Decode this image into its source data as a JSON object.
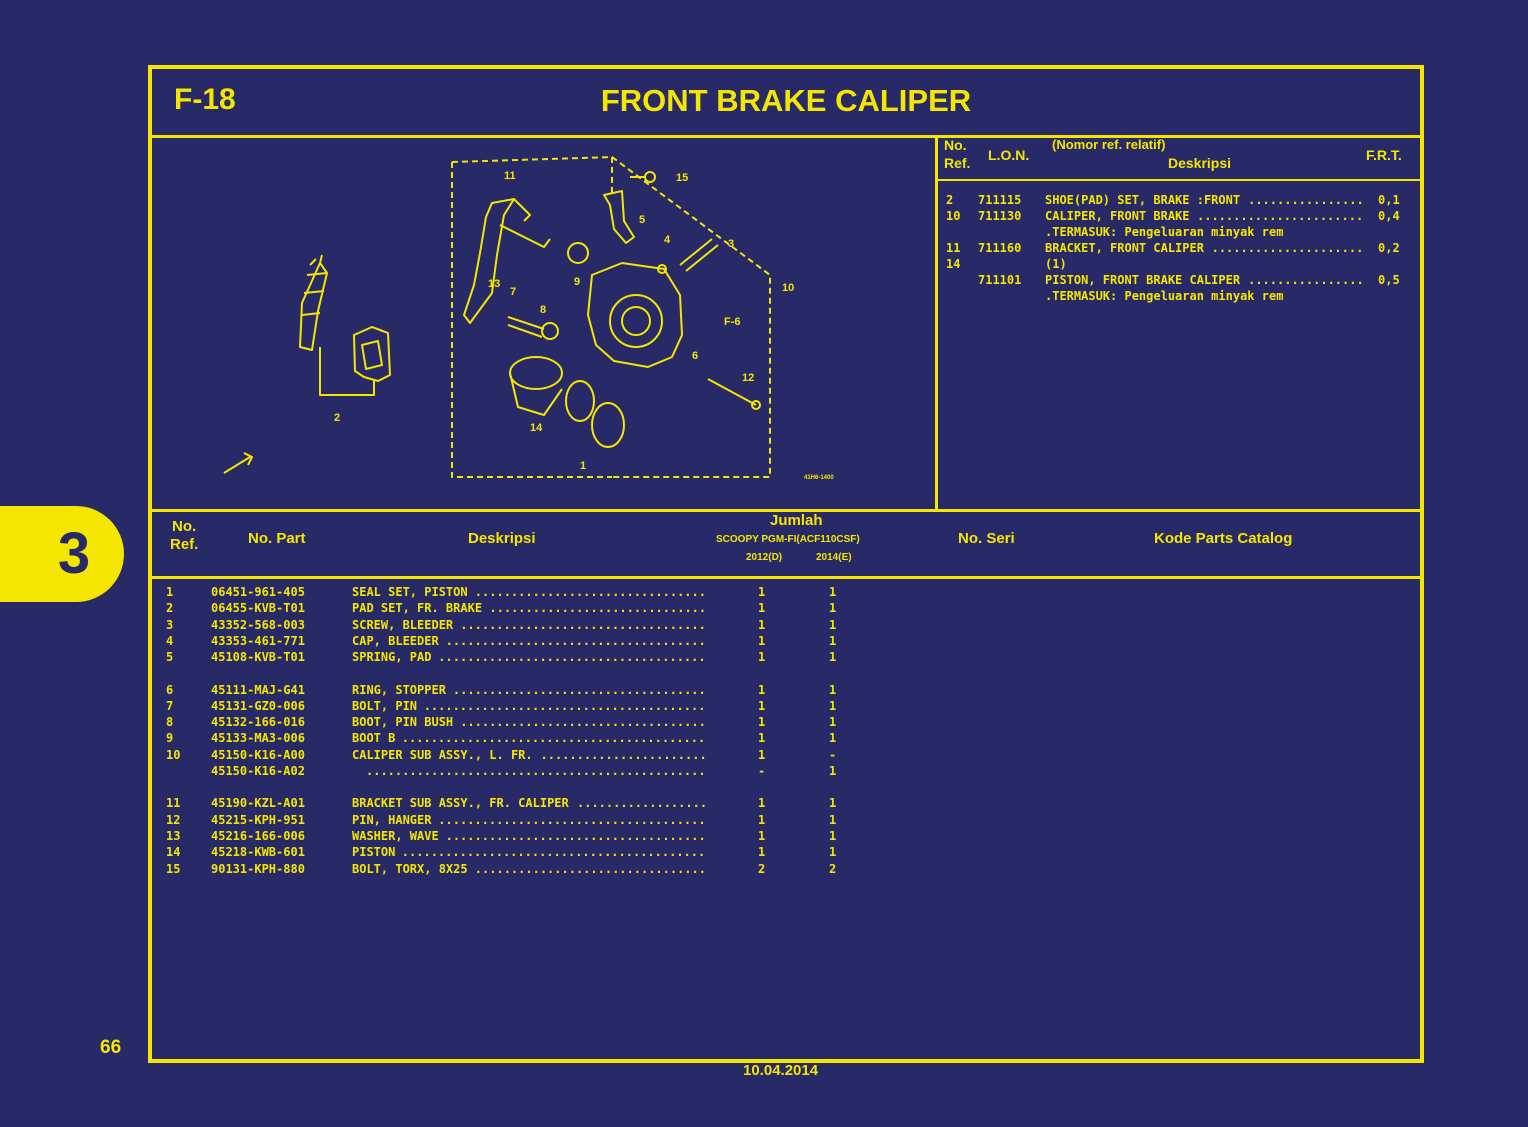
{
  "page": {
    "code": "F-18",
    "title": "FRONT BRAKE CALIPER",
    "section_number": "3",
    "page_number": "66",
    "date": "10.04.2014",
    "accent_color": "#f5e600",
    "background_color": "#272a66"
  },
  "diagram": {
    "callouts": [
      "1",
      "2",
      "3",
      "4",
      "5",
      "6",
      "7",
      "8",
      "9",
      "10",
      "11",
      "12",
      "13",
      "14",
      "15",
      "F-6"
    ],
    "code_mark": "41H6-1400"
  },
  "lon_table": {
    "headers": {
      "no": "No.",
      "ref": "Ref.",
      "lon": "L.O.N.",
      "note": "(Nomor ref. relatif)",
      "desc": "Deskripsi",
      "frt": "F.R.T."
    },
    "rows": [
      {
        "ref": "2",
        "lon": "711115",
        "desc": "SHOE(PAD) SET, BRAKE :FRONT",
        "frt": "0,1"
      },
      {
        "ref": "10",
        "lon": "711130",
        "desc": "CALIPER, FRONT BRAKE",
        "frt": "0,4"
      },
      {
        "ref": "",
        "lon": "",
        "desc": ".TERMASUK: Pengeluaran minyak rem",
        "frt": ""
      },
      {
        "ref": "11",
        "lon": "711160",
        "desc": "BRACKET, FRONT CALIPER",
        "frt": "0,2"
      },
      {
        "ref": "14",
        "lon": "",
        "desc": "(1)",
        "frt": ""
      },
      {
        "ref": "",
        "lon": "711101",
        "desc": "PISTON, FRONT BRAKE CALIPER",
        "frt": "0,5"
      },
      {
        "ref": "",
        "lon": "",
        "desc": ".TERMASUK: Pengeluaran minyak rem",
        "frt": ""
      }
    ]
  },
  "parts_table": {
    "headers": {
      "no": "No.",
      "ref": "Ref.",
      "part": "No. Part",
      "desc": "Deskripsi",
      "jumlah": "Jumlah",
      "model": "SCOOPY PGM-FI(ACF110CSF)",
      "col_d": "2012(D)",
      "col_e": "2014(E)",
      "serial": "No. Seri",
      "catalog": "Kode Parts Catalog"
    },
    "rows": [
      {
        "ref": "1",
        "part": "06451-961-405",
        "desc": "SEAL SET, PISTON",
        "d": "1",
        "e": "1"
      },
      {
        "ref": "2",
        "part": "06455-KVB-T01",
        "desc": "PAD SET, FR. BRAKE",
        "d": "1",
        "e": "1"
      },
      {
        "ref": "3",
        "part": "43352-568-003",
        "desc": "SCREW, BLEEDER",
        "d": "1",
        "e": "1"
      },
      {
        "ref": "4",
        "part": "43353-461-771",
        "desc": "CAP, BLEEDER",
        "d": "1",
        "e": "1"
      },
      {
        "ref": "5",
        "part": "45108-KVB-T01",
        "desc": "SPRING, PAD",
        "d": "1",
        "e": "1"
      },
      {
        "ref": "6",
        "part": "45111-MAJ-G41",
        "desc": "RING, STOPPER",
        "d": "1",
        "e": "1"
      },
      {
        "ref": "7",
        "part": "45131-GZ0-006",
        "desc": "BOLT, PIN",
        "d": "1",
        "e": "1"
      },
      {
        "ref": "8",
        "part": "45132-166-016",
        "desc": "BOOT, PIN BUSH",
        "d": "1",
        "e": "1"
      },
      {
        "ref": "9",
        "part": "45133-MA3-006",
        "desc": "BOOT B",
        "d": "1",
        "e": "1"
      },
      {
        "ref": "10",
        "part": "45150-K16-A00",
        "desc": "CALIPER SUB ASSY., L. FR.",
        "d": "1",
        "e": "-"
      },
      {
        "ref": "",
        "part": "45150-K16-A02",
        "desc": "",
        "d": "-",
        "e": "1"
      },
      {
        "ref": "11",
        "part": "45190-KZL-A01",
        "desc": "BRACKET SUB ASSY., FR. CALIPER",
        "d": "1",
        "e": "1"
      },
      {
        "ref": "12",
        "part": "45215-KPH-951",
        "desc": "PIN, HANGER",
        "d": "1",
        "e": "1"
      },
      {
        "ref": "13",
        "part": "45216-166-006",
        "desc": "WASHER, WAVE",
        "d": "1",
        "e": "1"
      },
      {
        "ref": "14",
        "part": "45218-KWB-601",
        "desc": "PISTON",
        "d": "1",
        "e": "1"
      },
      {
        "ref": "15",
        "part": "90131-KPH-880",
        "desc": "BOLT, TORX, 8X25",
        "d": "2",
        "e": "2"
      }
    ]
  }
}
